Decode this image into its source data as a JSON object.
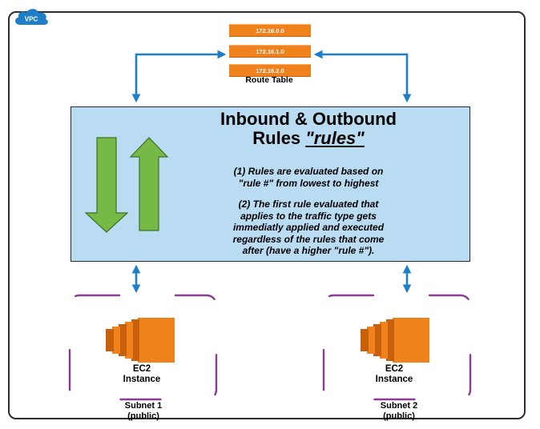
{
  "vpc": {
    "badge": "VPC"
  },
  "route_table": {
    "title": "Route Table",
    "entries": [
      "172.16.0.0",
      "172.16.1.0",
      "172.16.2.0"
    ]
  },
  "rules": {
    "title_line1": "Inbound & Outbound",
    "title_line2_prefix": "Rules ",
    "title_line2_quoted": "\"rules\"",
    "rule1": [
      "(1) Rules are evaluated based on",
      "\"rule #\" from lowest to highest"
    ],
    "rule2": [
      "(2) The first rule evaluated that",
      "applies to the traffic type gets",
      "immediatly applied and executed",
      "regardless of the rules that come",
      "after (have a higher \"rule #\")."
    ]
  },
  "subnets": [
    {
      "name": "Subnet 1",
      "type": "(public)",
      "ec2_line1": "EC2",
      "ec2_line2": "Instance"
    },
    {
      "name": "Subnet 2",
      "type": "(public)",
      "ec2_line1": "EC2",
      "ec2_line2": "Instance"
    }
  ],
  "colors": {
    "route_table": "#f0821e",
    "rules_panel": "#b9dcf3",
    "arrow_blue": "#1e7fc8",
    "green_arrow": "#76b947",
    "subnet_border": "#8a3b94",
    "ec2": "#f0821e"
  }
}
